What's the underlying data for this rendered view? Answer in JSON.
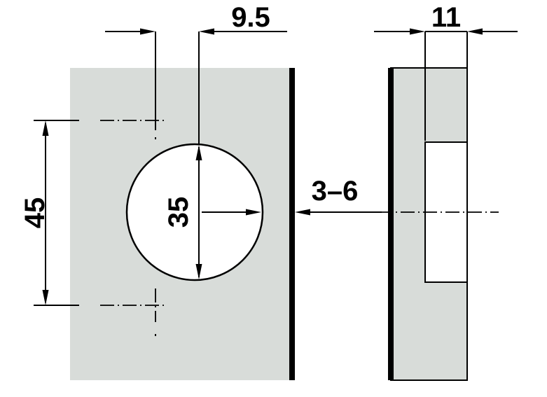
{
  "labels": {
    "cup_offset": "9.5",
    "hole_spacing": "45",
    "cup_diameter": "35",
    "door_gap": "3–6",
    "cup_depth": "11"
  },
  "colors": {
    "panel": "#d8dcd9",
    "line": "#000000",
    "background": "#ffffff"
  }
}
